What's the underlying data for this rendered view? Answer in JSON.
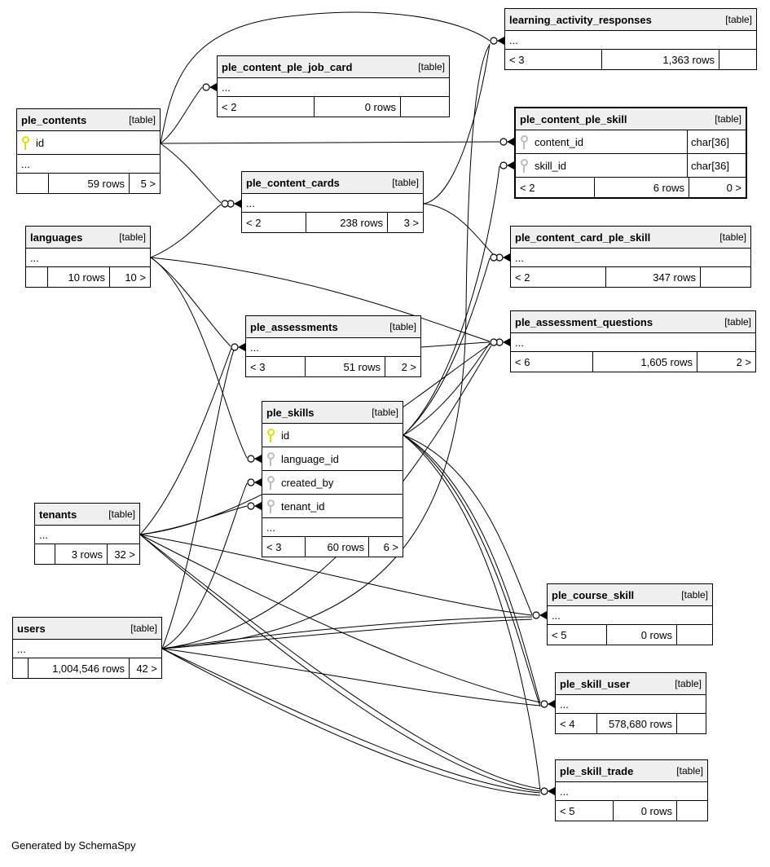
{
  "diagram": {
    "credit": "Generated by SchemaSpy",
    "ellipsis": "...",
    "tag": "[table]"
  },
  "colors": {
    "primary_key": "#dede00",
    "foreign_key": "#bcbcbc",
    "table_header_bg": "#efefef",
    "line": "#000000"
  },
  "tables": [
    {
      "name": "learning_activity_responses",
      "tag": "[table]",
      "columns": [],
      "ellipsis": "...",
      "footer": [
        "< 3",
        "1,363 rows",
        ""
      ]
    },
    {
      "name": "ple_content_ple_job_card",
      "tag": "[table]",
      "columns": [],
      "ellipsis": "...",
      "footer": [
        "< 2",
        "0 rows",
        ""
      ]
    },
    {
      "name": "ple_contents",
      "tag": "[table]",
      "columns": [
        {
          "name": "id",
          "key": "pk",
          "type": ""
        }
      ],
      "ellipsis": "...",
      "footer": [
        "",
        "59 rows",
        "5 >"
      ]
    },
    {
      "name": "ple_content_ple_skill",
      "tag": "[table]",
      "highlight": true,
      "columns": [
        {
          "name": "content_id",
          "key": "fk",
          "type": "char[36]"
        },
        {
          "name": "skill_id",
          "key": "fk",
          "type": "char[36]"
        }
      ],
      "ellipsis": "",
      "footer": [
        "< 2",
        "6 rows",
        "0 >"
      ]
    },
    {
      "name": "ple_content_cards",
      "tag": "[table]",
      "columns": [],
      "ellipsis": "...",
      "footer": [
        "< 2",
        "238 rows",
        "3 >"
      ]
    },
    {
      "name": "languages",
      "tag": "[table]",
      "columns": [],
      "ellipsis": "...",
      "footer": [
        "",
        "10 rows",
        "10 >"
      ]
    },
    {
      "name": "ple_content_card_ple_skill",
      "tag": "[table]",
      "columns": [],
      "ellipsis": "...",
      "footer": [
        "< 2",
        "347 rows",
        ""
      ]
    },
    {
      "name": "ple_assessments",
      "tag": "[table]",
      "columns": [],
      "ellipsis": "...",
      "footer": [
        "< 3",
        "51 rows",
        "2 >"
      ]
    },
    {
      "name": "ple_assessment_questions",
      "tag": "[table]",
      "columns": [],
      "ellipsis": "...",
      "footer": [
        "< 6",
        "1,605 rows",
        "2 >"
      ]
    },
    {
      "name": "ple_skills",
      "tag": "[table]",
      "columns": [
        {
          "name": "id",
          "key": "pk",
          "type": ""
        },
        {
          "name": "language_id",
          "key": "fk",
          "type": ""
        },
        {
          "name": "created_by",
          "key": "fk",
          "type": ""
        },
        {
          "name": "tenant_id",
          "key": "fk",
          "type": ""
        }
      ],
      "ellipsis": "...",
      "footer": [
        "< 3",
        "60 rows",
        "6 >"
      ]
    },
    {
      "name": "tenants",
      "tag": "[table]",
      "columns": [],
      "ellipsis": "...",
      "footer": [
        "",
        "3 rows",
        "32 >"
      ]
    },
    {
      "name": "ple_course_skill",
      "tag": "[table]",
      "columns": [],
      "ellipsis": "...",
      "footer": [
        "< 5",
        "0 rows",
        ""
      ]
    },
    {
      "name": "users",
      "tag": "[table]",
      "columns": [],
      "ellipsis": "...",
      "footer": [
        "",
        "1,004,546 rows",
        "42 >"
      ]
    },
    {
      "name": "ple_skill_user",
      "tag": "[table]",
      "columns": [],
      "ellipsis": "...",
      "footer": [
        "< 4",
        "578,680 rows",
        ""
      ]
    },
    {
      "name": "ple_skill_trade",
      "tag": "[table]",
      "columns": [],
      "ellipsis": "...",
      "footer": [
        "< 5",
        "0 rows",
        ""
      ]
    }
  ],
  "relationships": [
    {
      "from": "ple_contents",
      "to": "learning_activity_responses"
    },
    {
      "from": "ple_contents",
      "to": "ple_content_ple_job_card"
    },
    {
      "from": "ple_contents",
      "to": "ple_content_cards"
    },
    {
      "from": "ple_contents",
      "to": "ple_content_ple_skill.content_id"
    },
    {
      "from": "ple_content_cards",
      "to": "learning_activity_responses"
    },
    {
      "from": "ple_content_cards",
      "to": "ple_content_card_ple_skill"
    },
    {
      "from": "languages",
      "to": "ple_content_cards"
    },
    {
      "from": "languages",
      "to": "ple_assessments"
    },
    {
      "from": "languages",
      "to": "ple_assessment_questions"
    },
    {
      "from": "languages",
      "to": "ple_skills.language_id"
    },
    {
      "from": "ple_skills",
      "to": "ple_content_ple_skill.skill_id"
    },
    {
      "from": "ple_skills",
      "to": "ple_content_card_ple_skill"
    },
    {
      "from": "ple_skills",
      "to": "ple_assessment_questions"
    },
    {
      "from": "ple_assessments",
      "to": "ple_assessment_questions"
    },
    {
      "from": "ple_skills",
      "to": "ple_course_skill"
    },
    {
      "from": "ple_skills",
      "to": "ple_skill_user"
    },
    {
      "from": "ple_skills",
      "to": "ple_skill_trade"
    },
    {
      "from": "tenants",
      "to": "ple_skills.tenant_id"
    },
    {
      "from": "tenants",
      "to": "ple_assessments"
    },
    {
      "from": "tenants",
      "to": "ple_assessment_questions"
    },
    {
      "from": "tenants",
      "to": "ple_course_skill"
    },
    {
      "from": "tenants",
      "to": "ple_skill_user"
    },
    {
      "from": "tenants",
      "to": "ple_skill_trade"
    },
    {
      "from": "users",
      "to": "ple_skills.created_by"
    },
    {
      "from": "users",
      "to": "ple_assessments"
    },
    {
      "from": "users",
      "to": "ple_assessment_questions"
    },
    {
      "from": "users",
      "to": "ple_course_skill"
    },
    {
      "from": "users",
      "to": "ple_skill_user"
    },
    {
      "from": "users",
      "to": "ple_skill_trade"
    },
    {
      "from": "users",
      "to": "learning_activity_responses"
    },
    {
      "from": "tenants",
      "to": "ple_skill_trade"
    },
    {
      "from": "users",
      "to": "ple_skill_trade"
    },
    {
      "from": "users",
      "to": "ple_course_skill"
    },
    {
      "from": "ple_skills",
      "to": "ple_skill_user"
    }
  ]
}
